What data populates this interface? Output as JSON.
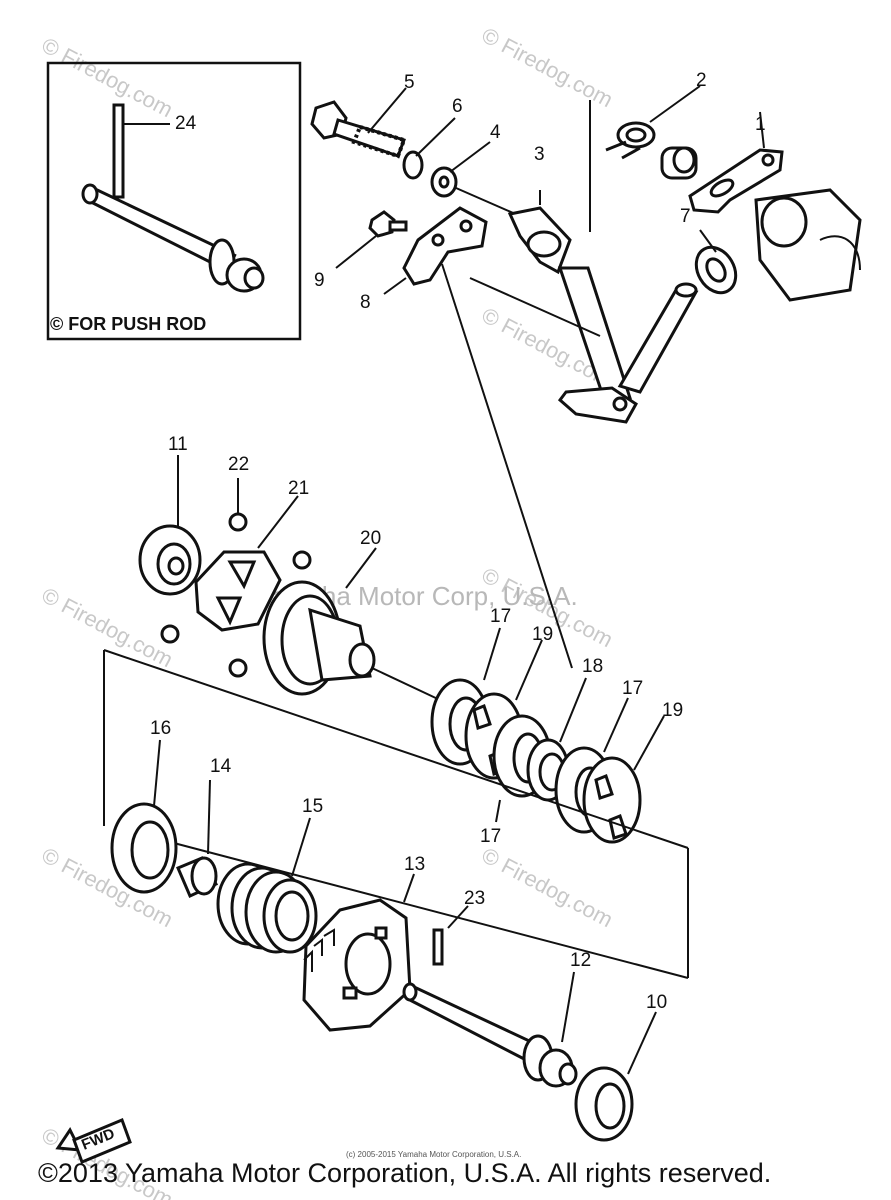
{
  "watermark": {
    "site": "© Firedog.com",
    "center_text": "© Yamaha Motor Corp, U.S.A."
  },
  "inset": {
    "label": "© FOR PUSH ROD"
  },
  "callouts": [
    "1",
    "2",
    "3",
    "4",
    "5",
    "6",
    "7",
    "8",
    "9",
    "10",
    "11",
    "12",
    "13",
    "14",
    "15",
    "16",
    "17",
    "17",
    "17",
    "17",
    "18",
    "19",
    "19",
    "20",
    "21",
    "22",
    "23",
    "24"
  ],
  "fwd_badge": "FWD",
  "small_notice": "(c) 2005-2015 Yamaha Motor Corporation, U.S.A.",
  "footer": {
    "copyright": "©2013 Yamaha Motor Corporation, U.S.A. All rights reserved."
  }
}
